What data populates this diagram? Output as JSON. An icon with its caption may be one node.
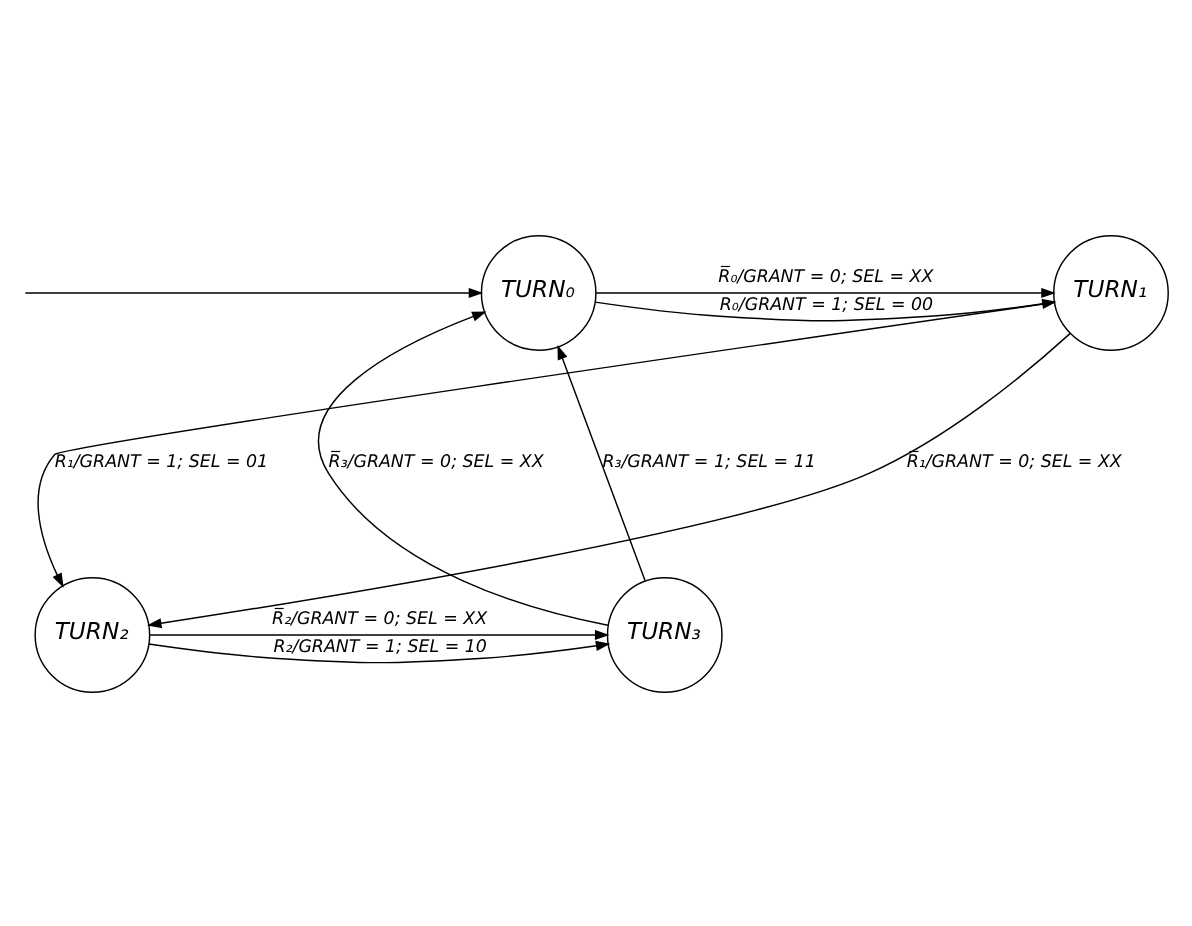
{
  "diagram": {
    "nodes": [
      {
        "text": [
          "TURN₀"
        ]
      },
      {
        "text": [
          "TURN₁"
        ]
      },
      {
        "text": [
          "TURN₂"
        ]
      },
      {
        "text": [
          "TURN₃"
        ]
      }
    ],
    "edges": [
      {
        "from": null,
        "to": 0,
        "arrow": "to"
      },
      {
        "from": 0,
        "to": 1,
        "arrow": "to",
        "label": "R̅₀/GRANT = 0; SEL = XX"
      },
      {
        "from": 0,
        "to": 1,
        "arrow": "to",
        "label": "R₀/GRANT = 1; SEL = 00"
      },
      {
        "from": 1,
        "to": 2,
        "arrow": "to",
        "label": "R₁/GRANT = 1; SEL = 01"
      },
      {
        "from": 1,
        "to": 2,
        "arrow": "to",
        "label": "R̅₁/GRANT = 0; SEL = XX"
      },
      {
        "from": 2,
        "to": 3,
        "arrow": "to",
        "label": "R₂/GRANT = 1; SEL = 10"
      },
      {
        "from": 2,
        "to": 3,
        "arrow": "to",
        "label": "R̅₂/GRANT = 0; SEL = XX"
      },
      {
        "from": 3,
        "to": 0,
        "arrow": "to",
        "label": "R̅₃/GRANT = 0; SEL = XX"
      },
      {
        "from": 3,
        "to": 0,
        "arrow": "to",
        "label": "R₃/GRANT = 1; SEL = 11"
      }
    ]
  }
}
